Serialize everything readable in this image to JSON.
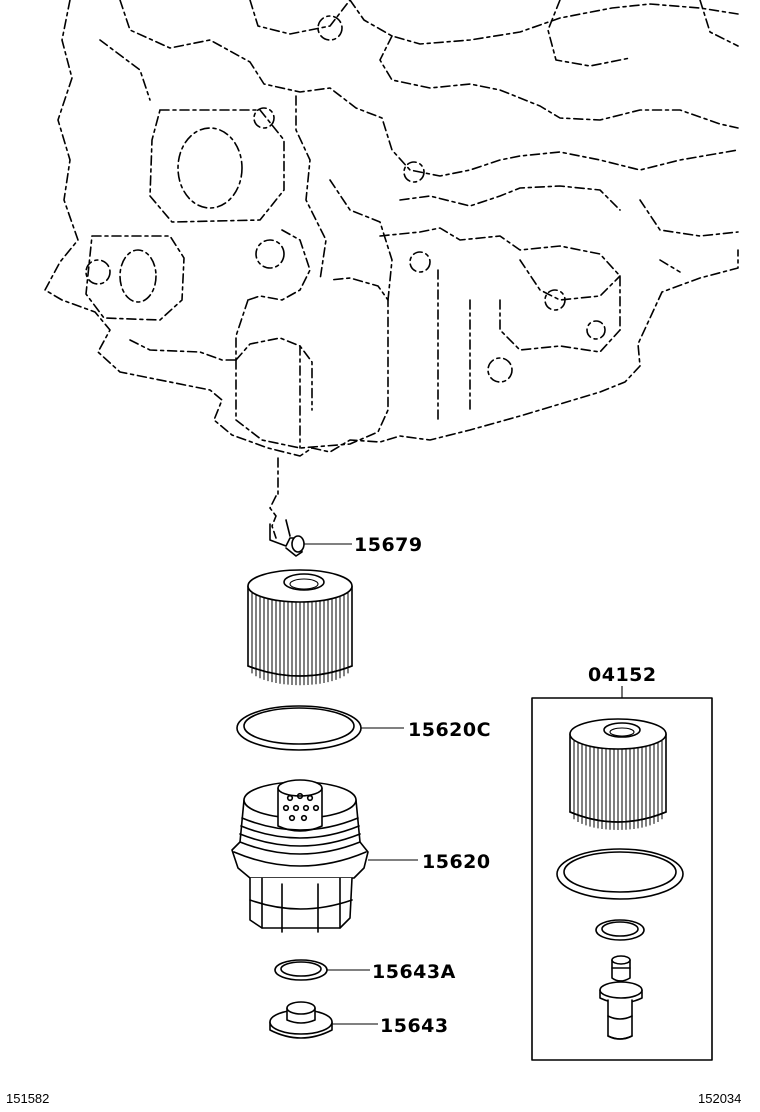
{
  "diagram": {
    "callouts": {
      "drain_union": "15679",
      "filter_element": "04152",
      "o_ring": "15620C",
      "filter_cap": "15620",
      "cap_o_ring": "15643A",
      "drain_plug": "15643"
    },
    "footer": {
      "left_code": "151582",
      "right_code": "152034"
    }
  }
}
